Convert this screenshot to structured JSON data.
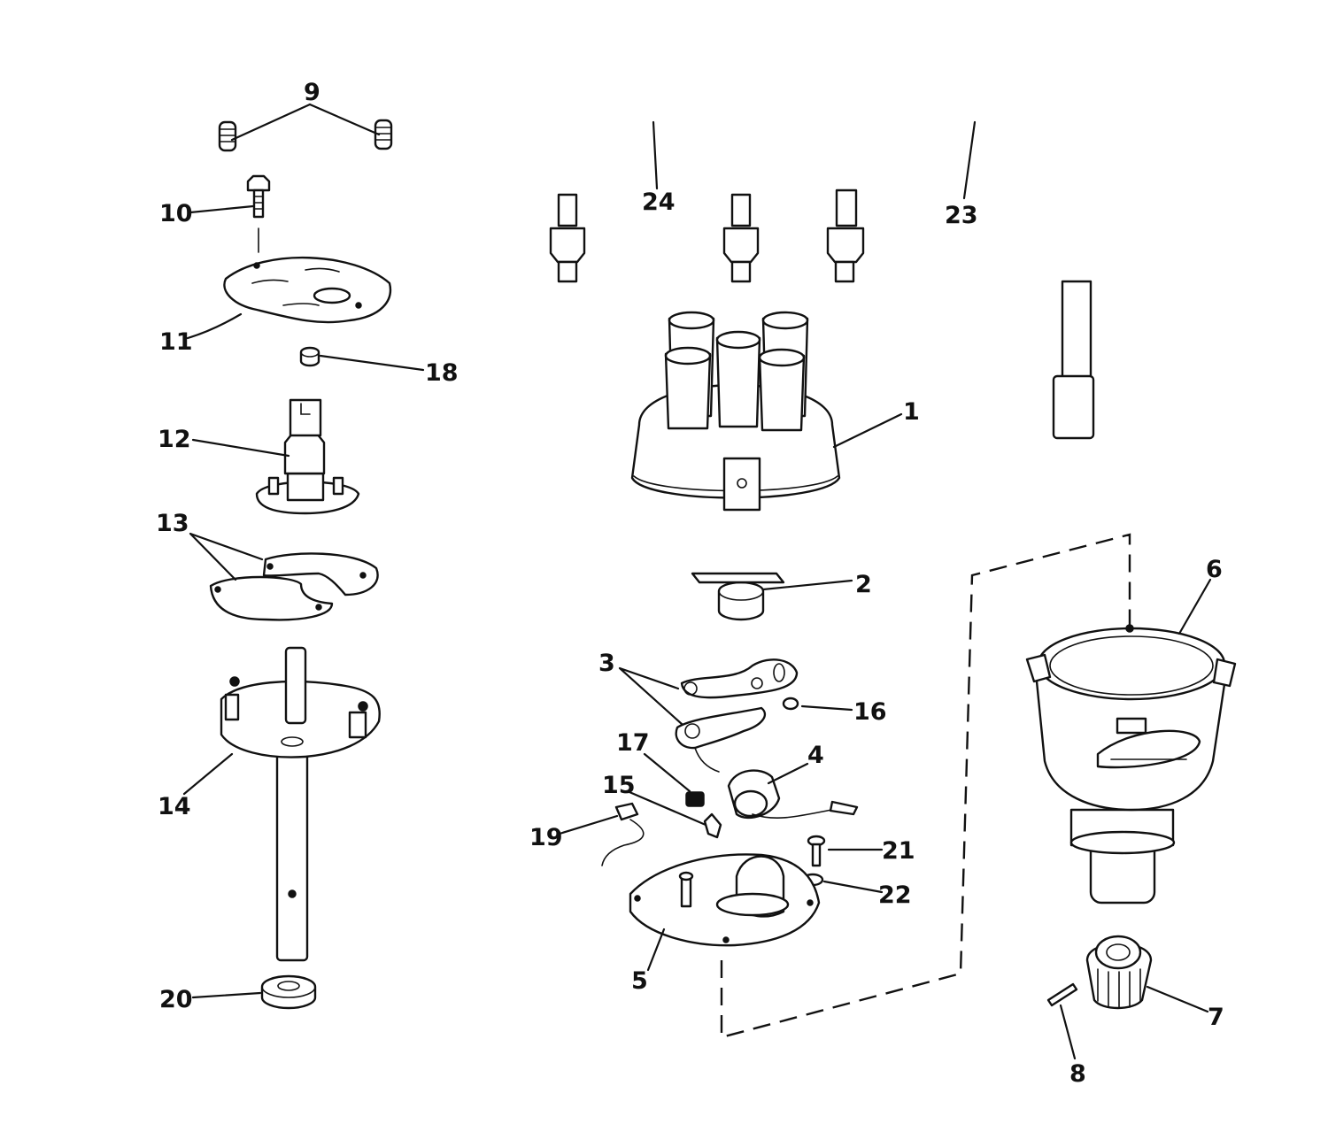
{
  "callouts": [
    {
      "id": "1",
      "label": "1"
    },
    {
      "id": "2",
      "label": "2"
    },
    {
      "id": "3",
      "label": "3"
    },
    {
      "id": "4",
      "label": "4"
    },
    {
      "id": "5",
      "label": "5"
    },
    {
      "id": "6",
      "label": "6"
    },
    {
      "id": "7",
      "label": "7"
    },
    {
      "id": "8",
      "label": "8"
    },
    {
      "id": "9",
      "label": "9"
    },
    {
      "id": "10",
      "label": "10"
    },
    {
      "id": "11",
      "label": "11"
    },
    {
      "id": "12",
      "label": "12"
    },
    {
      "id": "13",
      "label": "13"
    },
    {
      "id": "14",
      "label": "14"
    },
    {
      "id": "15",
      "label": "15"
    },
    {
      "id": "16",
      "label": "16"
    },
    {
      "id": "17",
      "label": "17"
    },
    {
      "id": "18",
      "label": "18"
    },
    {
      "id": "19",
      "label": "19"
    },
    {
      "id": "20",
      "label": "20"
    },
    {
      "id": "21",
      "label": "21"
    },
    {
      "id": "22",
      "label": "22"
    },
    {
      "id": "23",
      "label": "23"
    },
    {
      "id": "24",
      "label": "24"
    }
  ],
  "colors": {
    "line": "#111111",
    "background": "#ffffff"
  }
}
